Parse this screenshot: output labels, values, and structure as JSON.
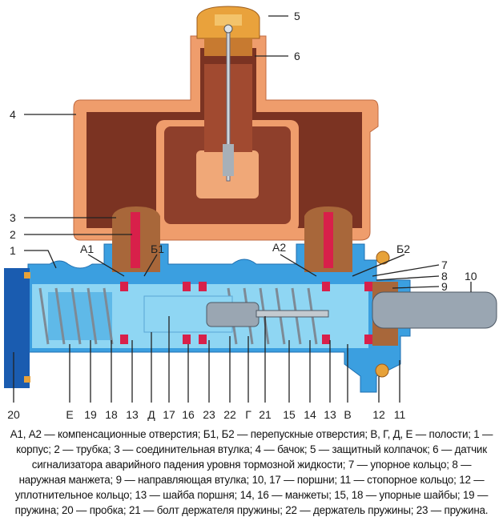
{
  "colors": {
    "body_blue": "#3b9fe0",
    "bore_light": "#8fd6f3",
    "plug_dark": "#1a5cb0",
    "reservoir_brown": "#7b3322",
    "reservoir_edge": "#ef9d6c",
    "seal_red": "#d8204a",
    "sleeve_bronze": "#a8673a",
    "ring_orange": "#e7a23a",
    "steel": "#9aa6b2"
  },
  "labels_top": {
    "l5": "5",
    "l6": "6",
    "l4": "4",
    "l3": "3",
    "l2": "2",
    "l1": "1",
    "a1": "А1",
    "b1": "Б1",
    "a2": "А2",
    "b2": "Б2",
    "l7": "7",
    "l8": "8",
    "l9": "9",
    "l10": "10"
  },
  "labels_bottom": [
    "20",
    "Е",
    "19",
    "18",
    "13",
    "Д",
    "17",
    "16",
    "23",
    "22",
    "Г",
    "21",
    "15",
    "14",
    "13",
    "В",
    "12",
    "11"
  ],
  "caption_lines": [
    "А1, А2 — компенсационные отверстия; Б1, Б2 — перепускные отверстия; В, Г, Д, Е — полости; 1 —",
    "корпус; 2 — трубка; 3 — соединительная втулка; 4 — бачок; 5 — защитный колпачок; 6 — датчик",
    "сигнализатора аварийного падения уровня тормозной жидкости; 7 — упорное кольцо; 8 —",
    "наружная манжета; 9 — направляющая втулка; 10, 17 — поршни; 11 — стопорное кольцо; 12 —",
    "уплотнительное кольцо; 13 — шайба поршня; 14, 16 — манжеты; 15, 18 — упорные шайбы; 19 —",
    "пружина; 20 — пробка; 21 — болт держателя пружины; 22 — держатель пружины; 23 — пружина."
  ]
}
